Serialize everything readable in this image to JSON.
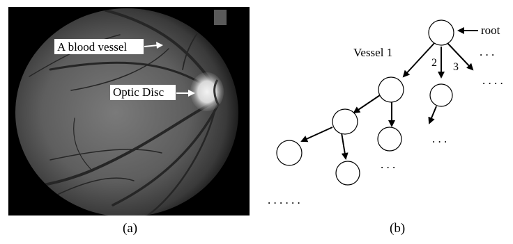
{
  "panel_a": {
    "annotations": {
      "blood_vessel": "A blood vessel",
      "optic_disc": "Optic Disc"
    },
    "caption": "(a)"
  },
  "panel_b": {
    "labels": {
      "root": "root",
      "vessel1": "Vessel 1",
      "branch2": "2",
      "branch3": "3",
      "dots_top_right1": ". . .",
      "dots_top_right2": ". . . .",
      "dots_mid": ". . .",
      "dots_lower": ". . .",
      "dots_bottom_left": ". . . . . ."
    },
    "caption": "(b)"
  }
}
